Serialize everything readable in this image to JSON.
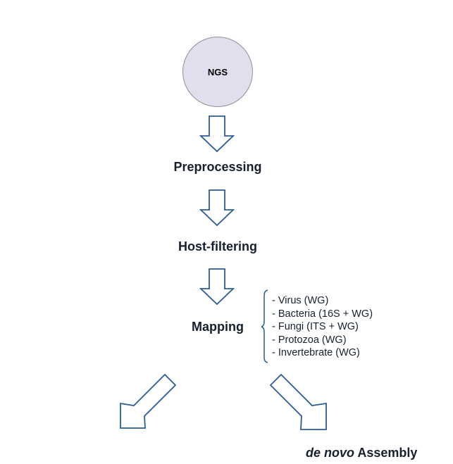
{
  "diagram": {
    "start_node": "NGS",
    "steps": [
      "Preprocessing",
      "Host-filtering",
      "Mapping"
    ],
    "mapping_targets": [
      "- Virus (WG)",
      "- Bacteria (16S + WG)",
      "- Fungi (ITS + WG)",
      "- Protozoa (WG)",
      "- Invertebrate (WG)"
    ],
    "assembly_italic": "de novo",
    "assembly_rest": " Assembly"
  },
  "colors": {
    "arrow_stroke": "#2a5d94",
    "circle_fill": "#e3deed",
    "circle_stroke": "#8f8f99",
    "text": "#15202e"
  },
  "icons": [
    "down-arrow-icon",
    "diagonal-arrow-icon",
    "brace-icon"
  ]
}
